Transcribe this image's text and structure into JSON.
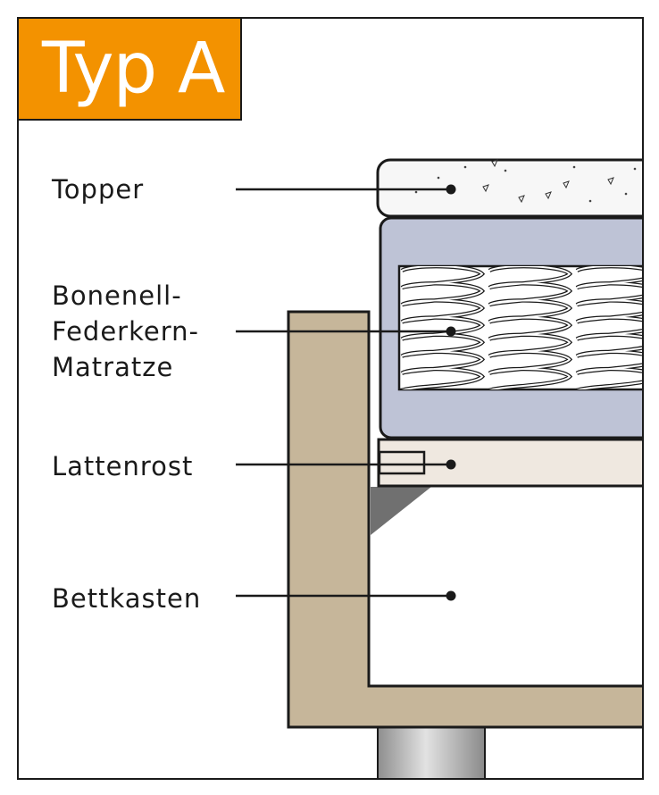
{
  "badge": {
    "text": "Typ A",
    "color": "#f39200"
  },
  "labels": {
    "topper": "Topper",
    "mattress": [
      "Bonenell-",
      "Federkern-",
      "Matratze"
    ],
    "slatted_frame": "Lattenrost",
    "bed_box": "Bettkasten"
  },
  "colors": {
    "outline": "#1a1a1a",
    "frame_wood": "#c6b69a",
    "mattress_cover": "#bec3d6",
    "slatted_frame": "#efe8e0",
    "topper": "#f7f7f7",
    "bracket": "#707070",
    "foot": "#b4b4b4"
  },
  "icons": [
    "spring-coil-icon",
    "leader-dot-icon"
  ]
}
